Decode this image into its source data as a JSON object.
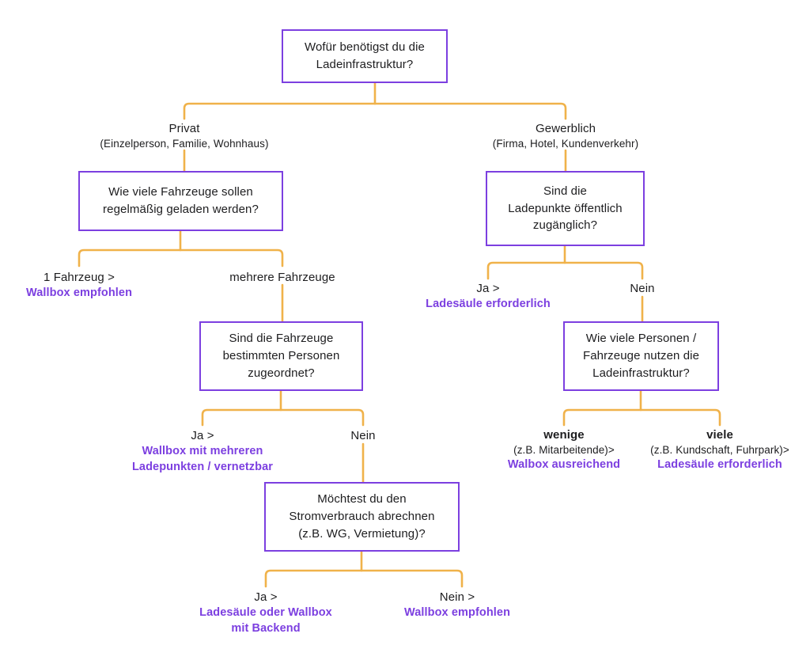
{
  "diagram": {
    "title": "Entscheidungsbaum Ladeinfrastruktur",
    "colors": {
      "box_border": "#7c3fe0",
      "connector": "#f0b24a",
      "result_text": "#7c3fe0",
      "body_text": "#1d1d1f",
      "background": "#ffffff"
    },
    "nodes": {
      "root": {
        "line1": "Wofür benötigst du die",
        "line2": "Ladeinfrastruktur?"
      },
      "privat_question": {
        "line1": "Wie viele Fahrzeuge sollen",
        "line2": "regelmäßig geladen werden?"
      },
      "gewerblich_question": {
        "line1": "Sind die",
        "line2": "Ladepunkte öffentlich",
        "line3": "zugänglich?"
      },
      "zuordnung_question": {
        "line1": "Sind die Fahrzeuge",
        "line2": "bestimmten Personen",
        "line3": "zugeordnet?"
      },
      "personen_question": {
        "line1": "Wie viele Personen /",
        "line2": "Fahrzeuge nutzen die",
        "line3": "Ladeinfrastruktur?"
      },
      "abrechnung_question": {
        "line1": "Möchtest du den",
        "line2": "Stromverbrauch abrechnen",
        "line3": "(z.B. WG, Vermietung)?"
      }
    },
    "labels": {
      "privat": {
        "main": "Privat",
        "sub": "(Einzelperson, Familie, Wohnhaus)"
      },
      "gewerblich": {
        "main": "Gewerblich",
        "sub": "(Firma, Hotel, Kundenverkehr)"
      },
      "ein_fahrzeug": {
        "main": "1 Fahrzeug >",
        "result": "Wallbox empfohlen"
      },
      "mehrere_fahrzeuge": {
        "main": "mehrere Fahrzeuge"
      },
      "oeffentlich_ja": {
        "main": "Ja >",
        "result": "Ladesäule erforderlich"
      },
      "oeffentlich_nein": {
        "main": "Nein"
      },
      "zuordnung_ja": {
        "main": "Ja >",
        "result_line1": "Wallbox mit mehreren",
        "result_line2": "Ladepunkten / vernetzbar"
      },
      "zuordnung_nein": {
        "main": "Nein"
      },
      "wenige": {
        "main": "wenige",
        "sub": "(z.B. Mitarbeitende)>",
        "result": "Walbox ausreichend"
      },
      "viele": {
        "main": "viele",
        "sub": "(z.B. Kundschaft, Fuhrpark)>",
        "result": "Ladesäule erforderlich"
      },
      "abrechnung_ja": {
        "main": "Ja >",
        "result_line1": "Ladesäule oder Wallbox",
        "result_line2": "mit Backend"
      },
      "abrechnung_nein": {
        "main": "Nein >",
        "result": "Wallbox empfohlen"
      }
    }
  }
}
